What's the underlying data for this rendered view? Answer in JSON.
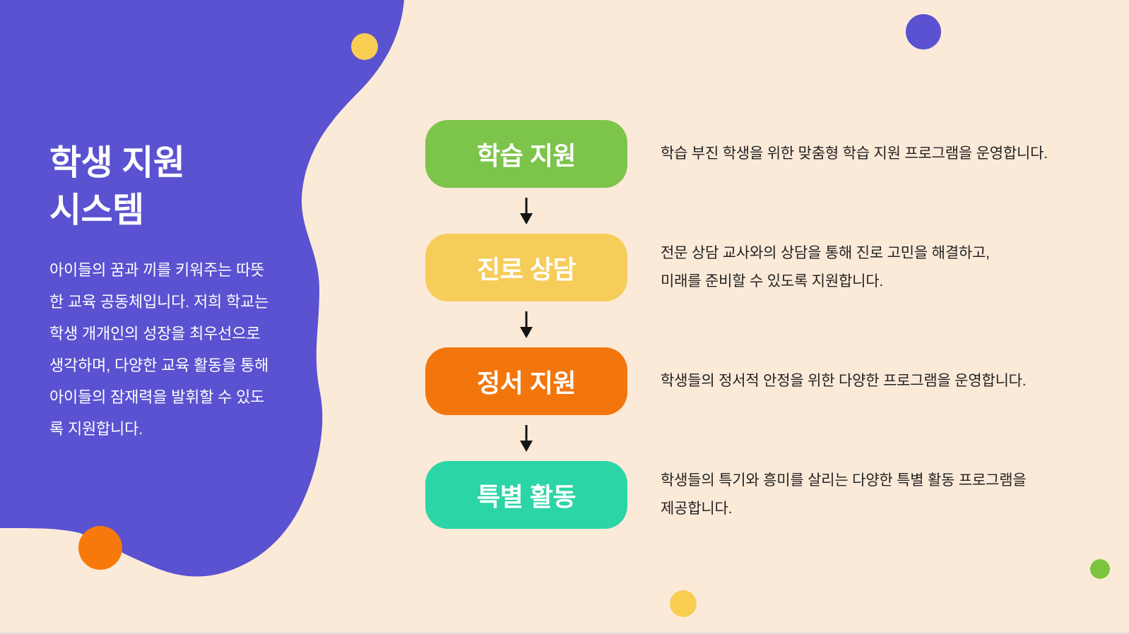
{
  "slide": {
    "background_color": "#fcead9",
    "hero": {
      "blob_color": "#5a52d0",
      "title_lines": [
        "학생 지원",
        "시스템"
      ],
      "paragraph": "아이들의 꿈과 끼를 키워주는 따뜻한 교육 공동체입니다. 저희 학교는 학생 개개인의 성장을 최우선으로 생각하며, 다양한 교육 활동을 통해 아이들의 잠재력을 발휘할 수 있도록 지원합니다."
    },
    "flow": {
      "arrow_color": "#141414",
      "steps": [
        {
          "label": "학습 지원",
          "color": "#7cc44a",
          "lines": [
            "학습 부진 학생을 위한 맞춤형 학습 지원 프로그램을 운영합니다."
          ]
        },
        {
          "label": "진로 상담",
          "color": "#f7cd5a",
          "lines": [
            "전문 상담 교사와의 상담을 통해 진로 고민을 해결하고,",
            "미래를 준비할 수 있도록 지원합니다."
          ]
        },
        {
          "label": "정서 지원",
          "color": "#f3760d",
          "lines": [
            "학생들의 정서적 안정을 위한 다양한 프로그램을 운영합니다."
          ]
        },
        {
          "label": "특별 활동",
          "color": "#2bd5a6",
          "lines": [
            "학생들의 특기와 흥미를 살리는 다양한 특별 활동 프로그램을",
            "제공합니다."
          ]
        }
      ]
    },
    "decor": {
      "yellow_top": "#f8ce52",
      "purple": "#5a52d0",
      "orange": "#f8790b",
      "green": "#7cc43e",
      "yellow_bottom": "#f8ce52"
    }
  }
}
